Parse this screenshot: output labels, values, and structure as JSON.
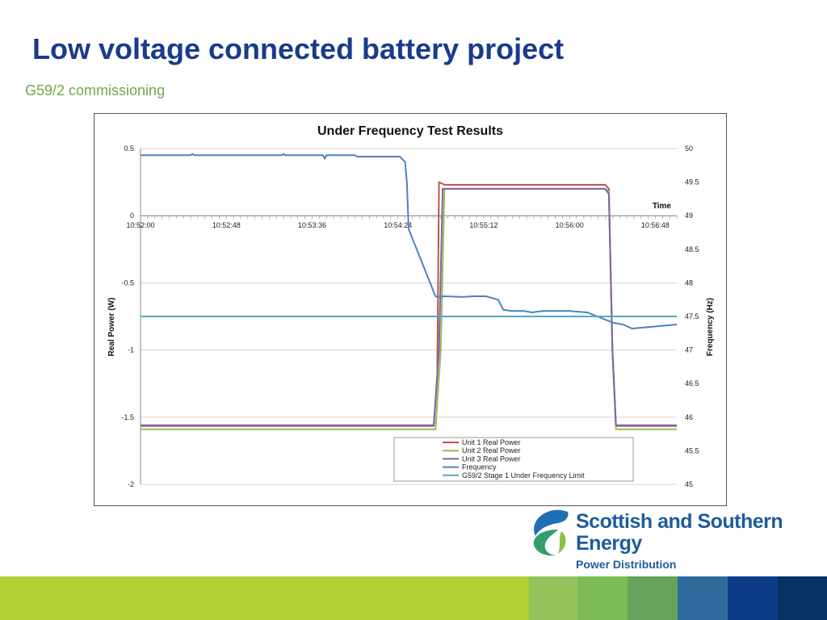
{
  "slide": {
    "title": "Low voltage connected battery project",
    "subtitle": "G59/2 commissioning"
  },
  "logo": {
    "line1": "Scottish and Southern",
    "line2": "Energy",
    "line3": "Power Distribution"
  },
  "colors": {
    "title": "#1a3a8c",
    "subtitle": "#6fa84a",
    "unit1": "#c0504d",
    "unit2": "#9bbb59",
    "unit3": "#8064a2",
    "frequency": "#4f81bd",
    "limit": "#4bacc6"
  },
  "footer_colors": [
    "#b2cf34",
    "#93c35a",
    "#7ebd55",
    "#68a35b",
    "#306b9e",
    "#0c3b88",
    "#063266"
  ],
  "chart_data": {
    "type": "line",
    "title": "Under Frequency Test Results",
    "xlabel": "Time",
    "ylabel": "Real Power (W)",
    "y2label": "Frequency (Hz)",
    "x_ticks": [
      "10:52:00",
      "10:52:48",
      "10:53:36",
      "10:54:24",
      "10:55:12",
      "10:56:00",
      "10:56:48"
    ],
    "x_range_seconds": [
      0,
      300
    ],
    "ylim": [
      -2,
      0.5
    ],
    "y_ticks": [
      0.5,
      0,
      -0.5,
      -1,
      -1.5,
      -2
    ],
    "y2lim": [
      45,
      50
    ],
    "y2_ticks": [
      50,
      49.5,
      49,
      48.5,
      48,
      47.5,
      47,
      46.5,
      46,
      45.5,
      45
    ],
    "grid": true,
    "legend_position": "bottom-right",
    "series": [
      {
        "name": "Unit 1 Real Power",
        "axis": "left",
        "x": [
          0,
          164,
          166,
          167,
          170,
          260,
          262,
          264,
          266,
          300
        ],
        "y": [
          -1.565,
          -1.565,
          -1.2,
          0.25,
          0.23,
          0.23,
          0.2,
          -1.0,
          -1.565,
          -1.565
        ]
      },
      {
        "name": "Unit 2 Real Power",
        "axis": "left",
        "x": [
          0,
          165,
          168,
          170,
          172,
          260,
          262,
          264,
          266,
          300
        ],
        "y": [
          -1.59,
          -1.59,
          -1.0,
          0.2,
          0.2,
          0.2,
          0.18,
          -1.0,
          -1.59,
          -1.59
        ]
      },
      {
        "name": "Unit 3 Real Power",
        "axis": "left",
        "x": [
          0,
          164,
          167,
          169,
          171,
          260,
          262,
          264,
          266,
          300
        ],
        "y": [
          -1.56,
          -1.56,
          -1.0,
          0.2,
          0.2,
          0.2,
          0.16,
          -1.0,
          -1.56,
          -1.56
        ]
      },
      {
        "name": "Frequency",
        "axis": "right",
        "x": [
          0,
          28,
          29,
          30,
          32,
          57,
          65,
          79,
          80,
          81,
          82,
          97,
          102,
          103,
          104,
          105,
          106,
          117,
          120,
          121,
          145,
          148,
          149,
          150,
          165,
          166,
          170,
          180,
          186,
          193,
          200,
          203,
          208,
          215,
          219,
          225,
          230,
          240,
          250,
          265,
          266,
          270,
          275,
          300
        ],
        "y": [
          49.9,
          49.9,
          49.92,
          49.9,
          49.9,
          49.9,
          49.9,
          49.9,
          49.92,
          49.9,
          49.9,
          49.9,
          49.9,
          49.85,
          49.9,
          49.9,
          49.9,
          49.9,
          49.9,
          49.88,
          49.88,
          49.8,
          49.5,
          48.8,
          47.8,
          47.79,
          47.8,
          47.79,
          47.8,
          47.8,
          47.75,
          47.6,
          47.58,
          47.58,
          47.56,
          47.58,
          47.58,
          47.58,
          47.56,
          47.4,
          47.4,
          47.38,
          47.32,
          47.38
        ]
      },
      {
        "name": "G59/2 Stage 1 Under Frequency Limit",
        "axis": "right",
        "x": [
          0,
          300
        ],
        "y": [
          47.5,
          47.5
        ]
      }
    ]
  }
}
